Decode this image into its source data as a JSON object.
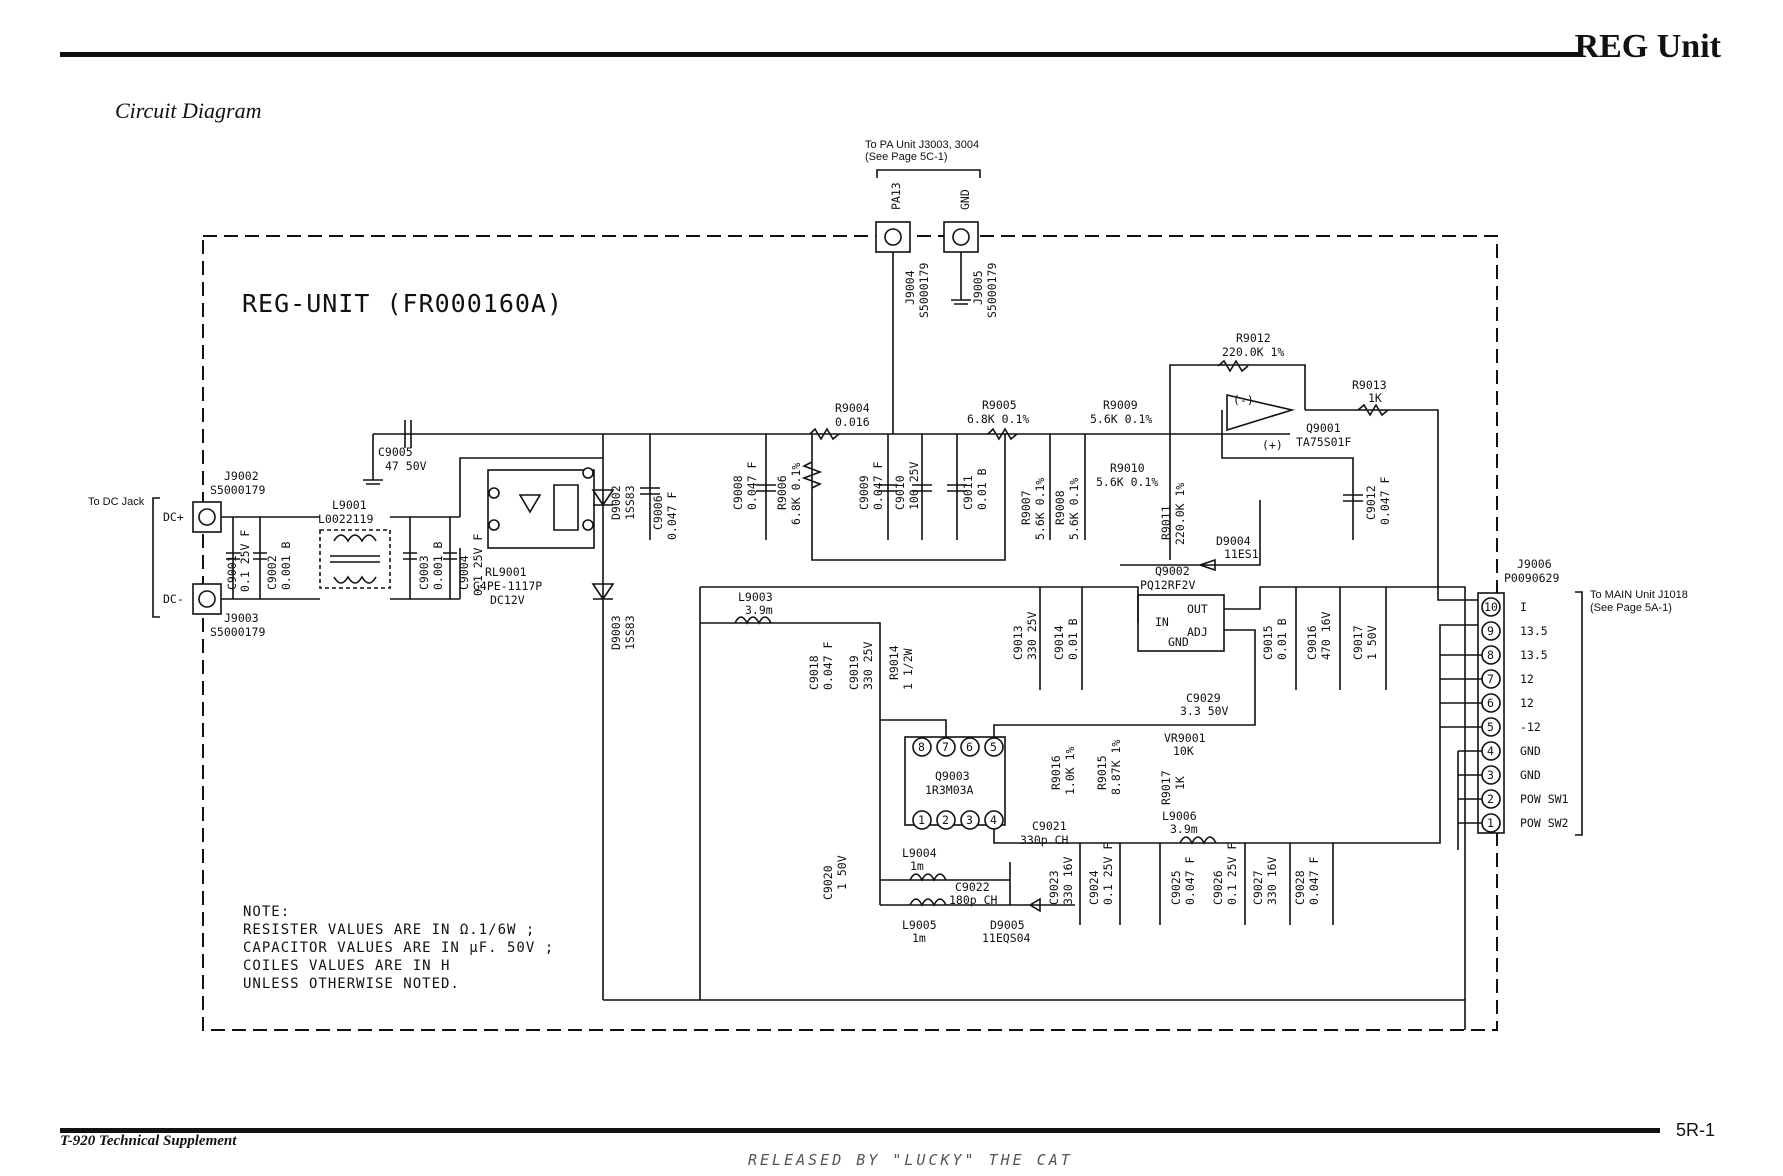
{
  "header": {
    "title": "REG Unit",
    "section": "Circuit Diagram"
  },
  "footer": {
    "left": "T-920 Technical Supplement",
    "page": "5R-1",
    "release": "RELEASED BY \"LUCKY\" THE CAT"
  },
  "board": {
    "title": "REG-UNIT  (FR000160A)"
  },
  "connectors": {
    "pa_note_1": "To PA Unit J3003, 3004",
    "pa_note_2": "(See Page 5C-1)",
    "pa13": "PA13",
    "gnd": "GND",
    "j9004_a": "J9004",
    "j9004_b": "S5000179",
    "j9005_a": "J9005",
    "j9005_b": "S5000179",
    "dc_jack": "To DC Jack",
    "dc_plus": "DC+",
    "dc_minus": "DC-",
    "j9002_a": "J9002",
    "j9002_b": "S5000179",
    "j9003_a": "J9003",
    "j9003_b": "S5000179",
    "j9006_a": "J9006",
    "j9006_b": "P0090629",
    "main_note_1": "To MAIN Unit J1018",
    "main_note_2": "(See Page 5A-1)",
    "pins": [
      {
        "num": "10",
        "label": "I"
      },
      {
        "num": "9",
        "label": "13.5"
      },
      {
        "num": "8",
        "label": "13.5"
      },
      {
        "num": "7",
        "label": "12"
      },
      {
        "num": "6",
        "label": "12"
      },
      {
        "num": "5",
        "label": "-12"
      },
      {
        "num": "4",
        "label": "GND"
      },
      {
        "num": "3",
        "label": "GND"
      },
      {
        "num": "2",
        "label": "POW SW1"
      },
      {
        "num": "1",
        "label": "POW SW2"
      }
    ]
  },
  "components": {
    "c9005": [
      "C9005",
      "47 50V"
    ],
    "l9001": [
      "L9001",
      "L0022119"
    ],
    "c9001": [
      "C9001",
      "0.1 25V F"
    ],
    "c9002": [
      "C9002",
      "0.001 B"
    ],
    "c9003": [
      "C9003",
      "0.001 B"
    ],
    "c9004": [
      "C9004",
      "0.1 25V F"
    ],
    "rl9001": [
      "RL9001",
      "G4PE-1117P",
      "DC12V"
    ],
    "d9002": [
      "D9002",
      "1SS83"
    ],
    "c9006": [
      "C9006",
      "0.047 F"
    ],
    "d9003": [
      "D9003",
      "1SS83"
    ],
    "c9008": [
      "C9008",
      "0.047 F"
    ],
    "r9004": [
      "R9004",
      "0.016"
    ],
    "r9006": [
      "R9006",
      "6.8K 0.1%"
    ],
    "c9009": [
      "C9009",
      "0.047 F"
    ],
    "c9010": [
      "C9010",
      "100 25V"
    ],
    "c9011": [
      "C9011",
      "0.01 B"
    ],
    "r9005": [
      "R9005",
      "6.8K 0.1%"
    ],
    "r9007": [
      "R9007",
      "5.6K 0.1%"
    ],
    "r9008": [
      "R9008",
      "5.6K 0.1%"
    ],
    "r9009": [
      "R9009",
      "5.6K 0.1%"
    ],
    "r9010": [
      "R9010",
      "5.6K 0.1%"
    ],
    "r9011": [
      "R9011",
      "220.0K 1%"
    ],
    "r9012": [
      "R9012",
      "220.0K 1%"
    ],
    "r9013": [
      "R9013",
      "1K"
    ],
    "q9001": [
      "Q9001",
      "TA75S01F"
    ],
    "c9012": [
      "C9012",
      "0.047 F"
    ],
    "d9004": [
      "D9004",
      "11ES1"
    ],
    "q9002": [
      "Q9002",
      "PQ12RF2V"
    ],
    "q9002_pins": [
      "IN",
      "OUT",
      "ADJ",
      "GND"
    ],
    "l9003": [
      "L9003",
      "3.9m"
    ],
    "c9013": [
      "C9013",
      "330 25V"
    ],
    "c9014": [
      "C9014",
      "0.01 B"
    ],
    "c9015": [
      "C9015",
      "0.01 B"
    ],
    "c9016": [
      "C9016",
      "470 16V"
    ],
    "c9017": [
      "C9017",
      "1 50V"
    ],
    "c9018": [
      "C9018",
      "0.047 F"
    ],
    "c9019": [
      "C9019",
      "330 25V"
    ],
    "r9014": [
      "R9014",
      "1 1/2W"
    ],
    "c9029": [
      "C9029",
      "3.3 50V"
    ],
    "vr9001": [
      "VR9001",
      "10K"
    ],
    "q9003": [
      "Q9003",
      "1R3M03A"
    ],
    "q9003_pins": [
      "8",
      "7",
      "6",
      "5",
      "1",
      "2",
      "3",
      "4"
    ],
    "r9016": [
      "R9016",
      "1.0K 1%"
    ],
    "r9015": [
      "R9015",
      "8.87K 1%"
    ],
    "r9017": [
      "R9017",
      "1K"
    ],
    "l9006": [
      "L9006",
      "3.9m"
    ],
    "c9021": [
      "C9021",
      "330p CH"
    ],
    "l9004": [
      "L9004",
      "1m"
    ],
    "c9022": [
      "C9022",
      "180p CH"
    ],
    "l9005": [
      "L9005",
      "1m"
    ],
    "d9005": [
      "D9005",
      "11EQS04"
    ],
    "c9020": [
      "C9020",
      "1 50V"
    ],
    "c9023": [
      "C9023",
      "330 16V"
    ],
    "c9024": [
      "C9024",
      "0.1 25V F"
    ],
    "c9025": [
      "C9025",
      "0.047 F"
    ],
    "c9026": [
      "C9026",
      "0.1 25V F"
    ],
    "c9027": [
      "C9027",
      "330 16V"
    ],
    "c9028": [
      "C9028",
      "0.047 F"
    ]
  },
  "notes": [
    "NOTE:",
    "RESISTER  VALUES ARE IN Ω.1/6W ;",
    "CAPACITOR VALUES ARE IN µF. 50V ;",
    "COILES VALUES ARE IN H",
    "UNLESS OTHERWISE NOTED."
  ]
}
